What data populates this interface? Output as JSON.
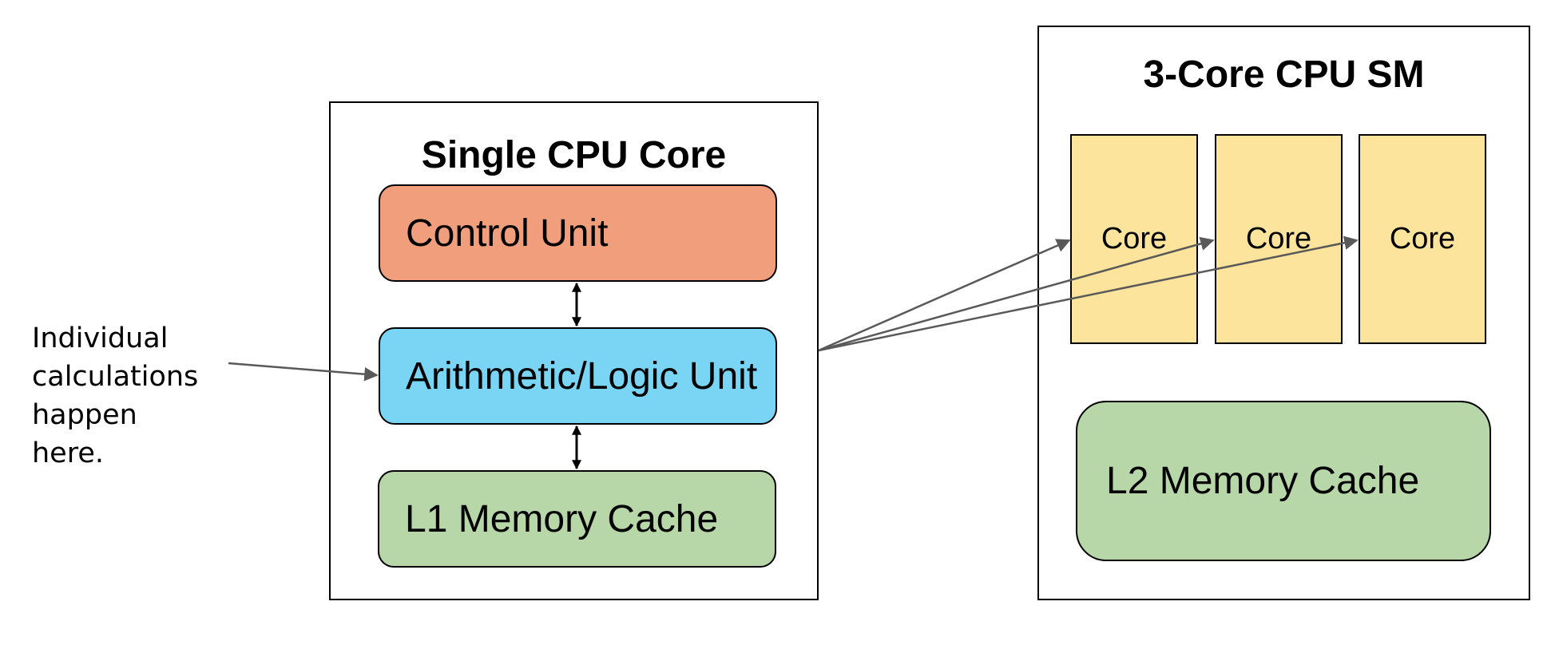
{
  "annotation": {
    "text": "Individual\ncalculations\nhappen\nhere."
  },
  "single_core": {
    "title": "Single CPU Core",
    "units": [
      {
        "label": "Control Unit",
        "color": "#f09e7b"
      },
      {
        "label": "Arithmetic/Logic Unit",
        "color": "#7ad4f4"
      },
      {
        "label": "L1 Memory Cache",
        "color": "#b7d7a8"
      }
    ]
  },
  "sm": {
    "title": "3-Core CPU SM",
    "cores": [
      {
        "label": "Core"
      },
      {
        "label": "Core"
      },
      {
        "label": "Core"
      }
    ],
    "core_color": "#fde49c",
    "l2_cache": {
      "label": "L2 Memory Cache",
      "color": "#b7d7a8"
    }
  },
  "colors": {
    "border": "#000000",
    "arrow": "#595959"
  }
}
